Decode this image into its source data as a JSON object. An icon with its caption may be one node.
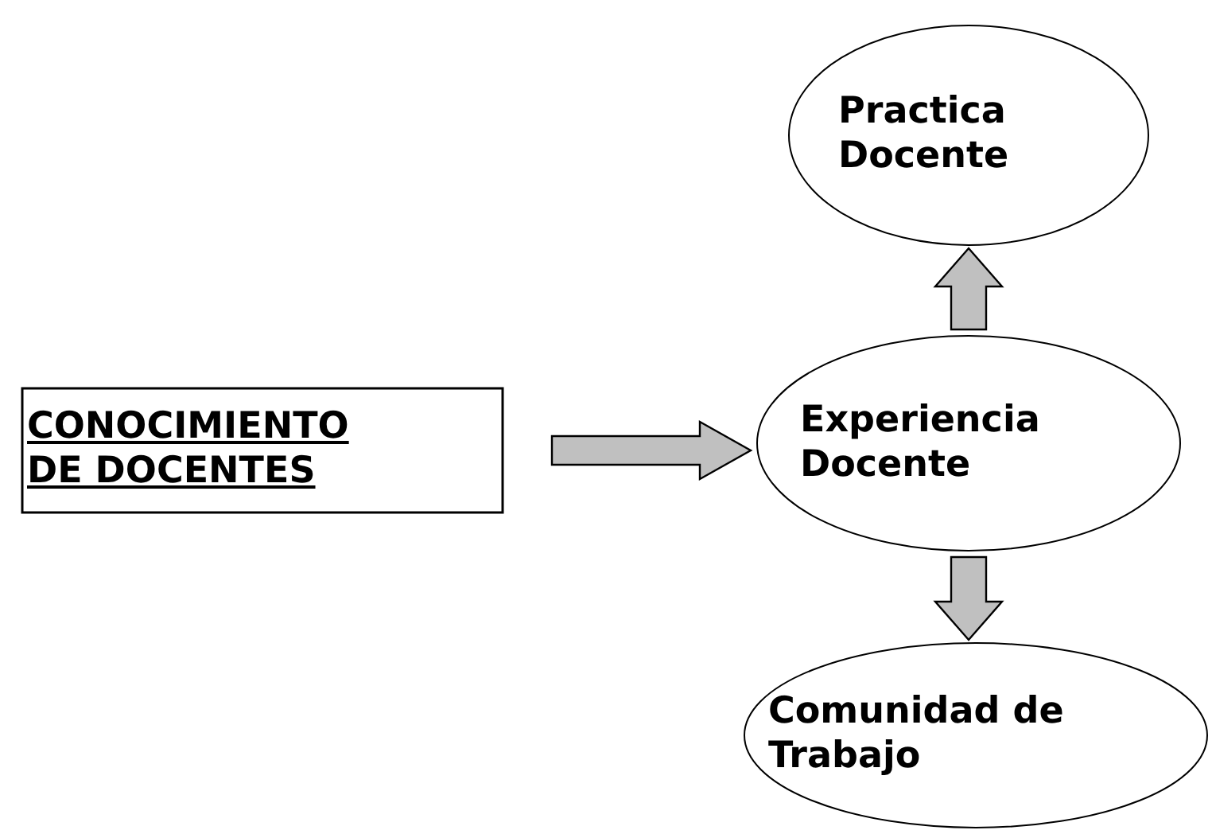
{
  "diagram": {
    "nodes": [
      {
        "text": [
          "CONOCIMIENTO DE DOCENTES"
        ]
      },
      {
        "text": [
          "Practica Docente"
        ]
      },
      {
        "text": [
          "Experiencia Docente"
        ]
      },
      {
        "text": [
          "Comunidad de Trabajo"
        ]
      }
    ],
    "edges": [
      {
        "from": 0,
        "to": 2,
        "arrow": "to"
      },
      {
        "from": 2,
        "to": 1,
        "arrow": "to"
      },
      {
        "from": 2,
        "to": 3,
        "arrow": "to"
      }
    ]
  }
}
